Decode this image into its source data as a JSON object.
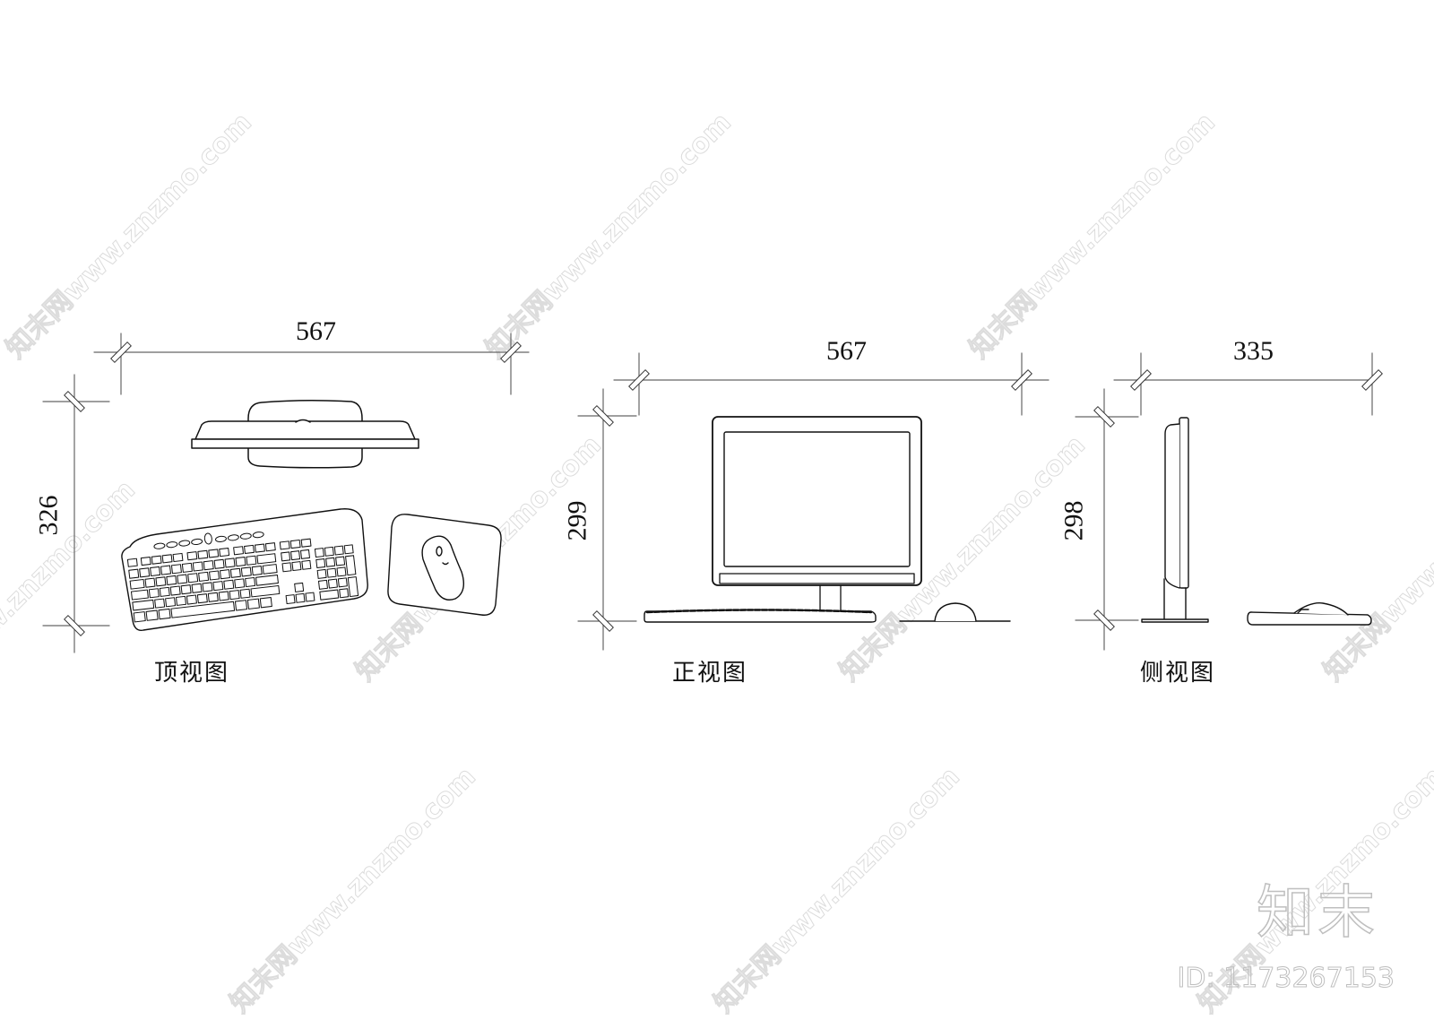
{
  "drawing": {
    "views": [
      {
        "id": "top",
        "label": "顶视图",
        "width_dim": "567",
        "height_dim": "326"
      },
      {
        "id": "front",
        "label": "正视图",
        "width_dim": "567",
        "height_dim": "299"
      },
      {
        "id": "side",
        "label": "侧视图",
        "width_dim": "335",
        "height_dim": "298"
      }
    ],
    "line_color": "#111111",
    "dim_line_color": "#666666"
  },
  "watermark": {
    "text": "知末网www.znzmo.com",
    "brand": "知末",
    "id_text": "ID: 1173267153"
  }
}
